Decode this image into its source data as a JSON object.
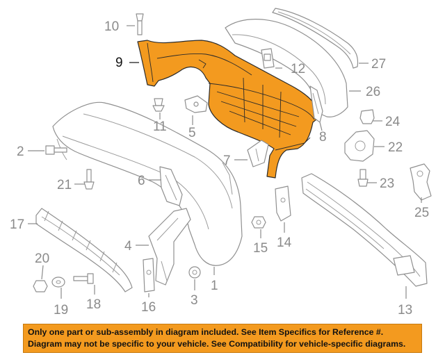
{
  "diagram": {
    "callouts": [
      "10",
      "9",
      "12",
      "27",
      "26",
      "11",
      "5",
      "24",
      "8",
      "2",
      "22",
      "7",
      "21",
      "6",
      "23",
      "25",
      "17",
      "4",
      "15",
      "14",
      "20",
      "19",
      "18",
      "16",
      "3",
      "1",
      "13"
    ],
    "highlighted_part": "9",
    "highlight_color": "#f39a1f",
    "line_color": "#8f8f8f"
  },
  "disclaimer": {
    "line1": "Only one part or sub-assembly in diagram included. See Item Specifics for Reference #.",
    "line2": "Diagram may not be specific to your vehicle. See Compatibility for vehicle-specific diagrams.",
    "background": "#f39a1f"
  }
}
